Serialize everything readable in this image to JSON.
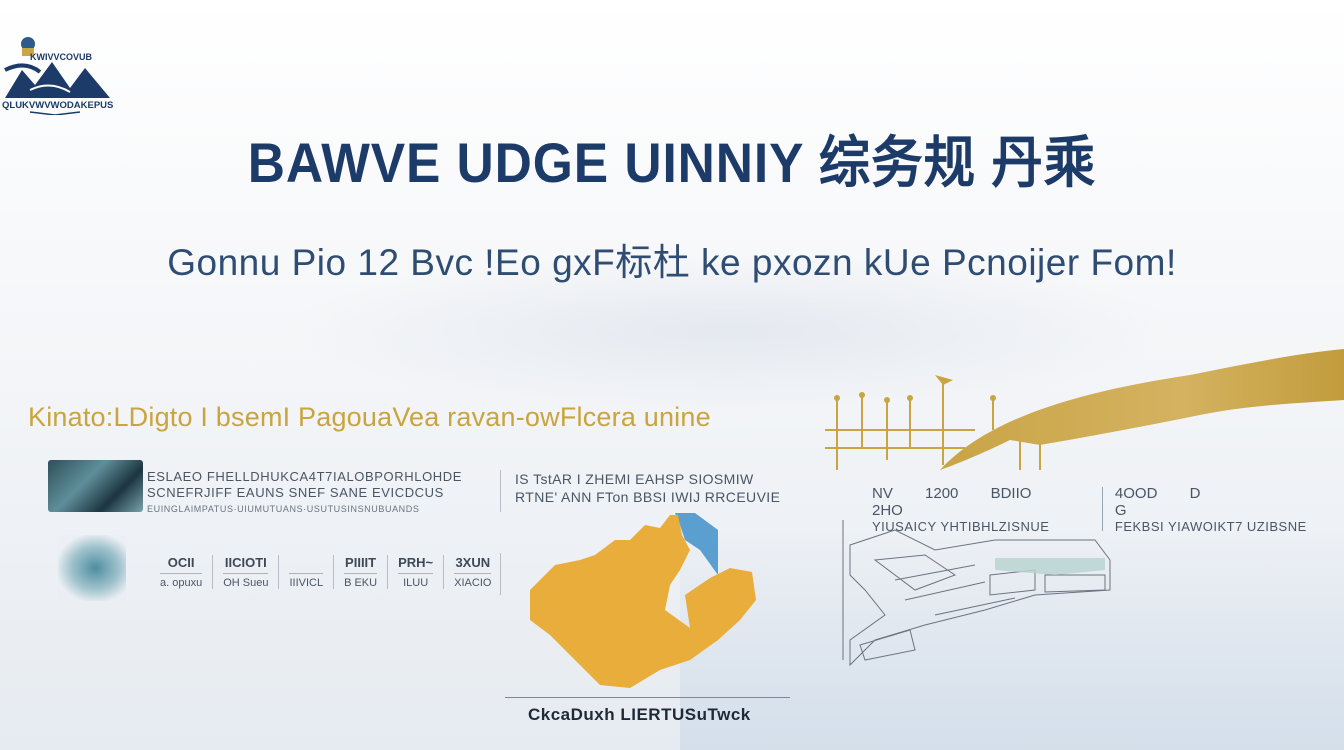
{
  "logo": {
    "top_text": "KWIVVCOVUB",
    "bottom_text": "QLUKVWVWODAKEPUS"
  },
  "header": {
    "title": "BAWVE UDGE UINNIY 综务规 丹乘",
    "subtitle": "Gonnu Pio 12 Bvc !Eo gxF标杜 ke pxozn kUe Pcnoijer Fom!"
  },
  "gold_tagline": "Kinato:LDigto I bsemI PagouaVea ravan-owFlcera unine",
  "left_panel": {
    "row_a": {
      "line1": "ESLAEO FHELLDHUKCA4T7IALOBPORHLOHDE",
      "line2": "SCNEFRJIFF EAUNS SNEF  SANE  EVICDCUS",
      "line3": "EUINGLAIMPATUS·UIUMUTUANS·USUTUSINSNUBUANDS"
    },
    "stats": [
      {
        "value": "OCII",
        "label": "a. opuxu"
      },
      {
        "value": "IICIOTI",
        "label": "OH  Sueu"
      },
      {
        "value": "",
        "label": "IIIVICL"
      },
      {
        "value": "PIIIIT",
        "label": "B EKU"
      },
      {
        "value": "PRH~",
        "label": "ILUU"
      },
      {
        "value": "3XUN",
        "label": "XIACIO"
      }
    ]
  },
  "center_panel": {
    "head_line1": "IS TstAR I ZHEMI   EAHSP  SIOSMIW",
    "head_line2": "RTNE' ANN FTon    BBSI IWIJ RRCEUVIE",
    "map_caption": "CkcaDuxh LIERTUSuTwck",
    "colors": {
      "region": "#e8ad3a",
      "water": "#5a9fcf"
    }
  },
  "right_panel": {
    "block1": {
      "values": [
        "NV",
        "1200",
        "BDIIO",
        "2HO"
      ],
      "label": "YIUSAICY  YHTIBHLZISNUE"
    },
    "block2": {
      "values": [
        "4OOD",
        "D",
        "G"
      ],
      "label": "FEKBSI  YIAWOIKT7 UZIBSNE"
    }
  },
  "colors": {
    "navy": "#1d3b68",
    "gold": "#c8a53e",
    "text_gray": "#4a5664"
  }
}
